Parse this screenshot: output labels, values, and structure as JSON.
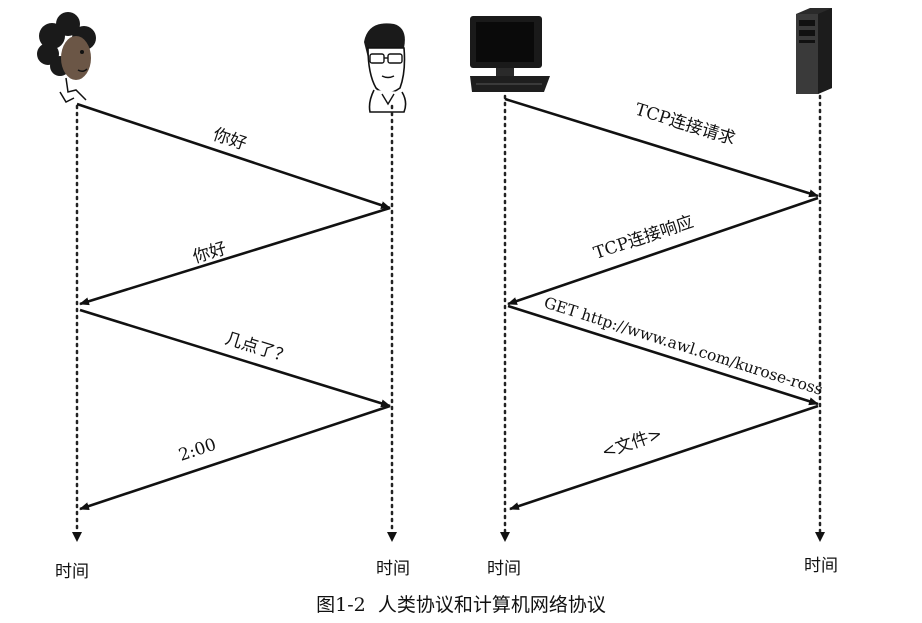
{
  "caption": "图1-2  人类协议和计算机网络协议",
  "left": {
    "participants": [
      {
        "id": "person-a",
        "icon": "woman-face-icon",
        "time_label": "时间"
      },
      {
        "id": "person-b",
        "icon": "man-face-icon",
        "time_label": "时间"
      }
    ],
    "messages": [
      {
        "id": "m1",
        "text": "你好",
        "from": "person-a",
        "to": "person-b"
      },
      {
        "id": "m2",
        "text": "你好",
        "from": "person-b",
        "to": "person-a"
      },
      {
        "id": "m3",
        "text": "几点了？",
        "from": "person-a",
        "to": "person-b"
      },
      {
        "id": "m4",
        "text": "2:00",
        "from": "person-b",
        "to": "person-a"
      }
    ]
  },
  "right": {
    "participants": [
      {
        "id": "client",
        "icon": "desktop-computer-icon",
        "time_label": "时间"
      },
      {
        "id": "server",
        "icon": "server-tower-icon",
        "time_label": "时间"
      }
    ],
    "messages": [
      {
        "id": "r1",
        "text": "TCP连接请求",
        "from": "client",
        "to": "server"
      },
      {
        "id": "r2",
        "text": "TCP连接响应",
        "from": "server",
        "to": "client"
      },
      {
        "id": "r3",
        "text": "GET http://www.awl.com/kurose-ross",
        "from": "client",
        "to": "server"
      },
      {
        "id": "r4",
        "text": "<文件>",
        "from": "server",
        "to": "client"
      }
    ]
  }
}
